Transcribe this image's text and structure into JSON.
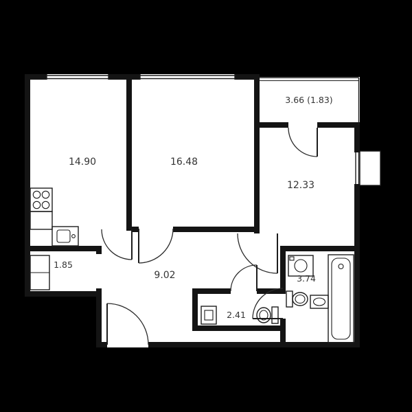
{
  "colors": {
    "background": "#000000",
    "paper": "#ffffff",
    "wall_line": "#141414",
    "label_text": "#343434"
  },
  "floor_plan": {
    "rooms": {
      "kitchen_living": "14.90",
      "bedroom": "16.48",
      "bedroom_2": "12.33",
      "balcony": "3.66 (1.83)",
      "wardrobe": "1.85",
      "hallway": "9.02",
      "wc": "2.41",
      "bathroom": "3.74"
    }
  }
}
